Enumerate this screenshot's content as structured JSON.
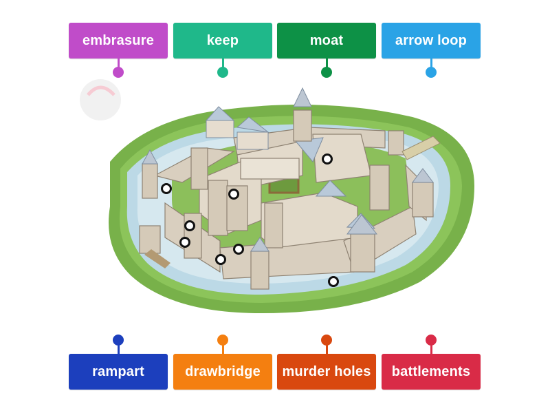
{
  "top_labels": [
    {
      "text": "embrasure",
      "color": "#c04cc9"
    },
    {
      "text": "keep",
      "color": "#1fb88a"
    },
    {
      "text": "moat",
      "color": "#0d9146"
    },
    {
      "text": "arrow loop",
      "color": "#2aa3e6"
    }
  ],
  "bottom_labels": [
    {
      "text": "rampart",
      "color": "#1c3fbd"
    },
    {
      "text": "drawbridge",
      "color": "#f47f10"
    },
    {
      "text": "murder holes",
      "color": "#d9480f"
    },
    {
      "text": "battlements",
      "color": "#d92b47"
    }
  ],
  "image": {
    "icon": "castle-illustration"
  }
}
